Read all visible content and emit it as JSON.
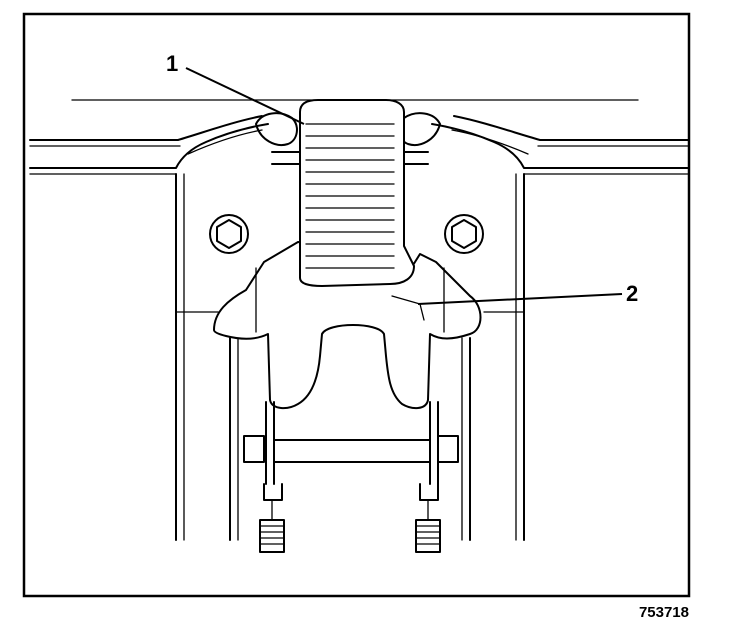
{
  "callouts": [
    {
      "id": "1",
      "label": "1"
    },
    {
      "id": "2",
      "label": "2"
    }
  ],
  "figure_number": "753718",
  "colors": {
    "line": "#000000",
    "background": "#ffffff"
  }
}
